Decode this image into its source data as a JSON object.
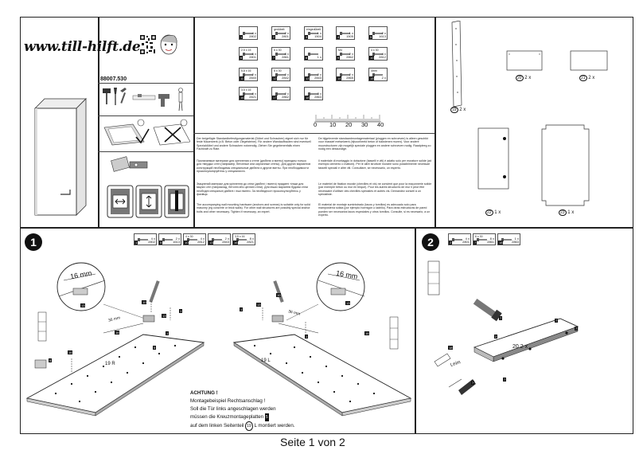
{
  "header": {
    "brand_url": "www.till-hilft.de",
    "article_number": "88007.530"
  },
  "parts_top": [
    {
      "id": "1",
      "qty": "4 x",
      "code": "2802",
      "label": ""
    },
    {
      "id": "2",
      "qty": "2 x",
      "code": "2801",
      "label": "gedübelt"
    },
    {
      "id": "3",
      "qty": "1 x",
      "code": "1504",
      "label": "eingedübelt"
    },
    {
      "id": "4",
      "qty": "1 x",
      "code": "1505",
      "label": ""
    },
    {
      "id": "5",
      "qty": "2 x",
      "code": "1613",
      "label": ""
    },
    {
      "id": "6",
      "qty": "6 x",
      "code": "2801",
      "label": "2,5 x 15"
    },
    {
      "id": "7",
      "qty": "8 x",
      "code": "2861",
      "label": "6 x 30"
    },
    {
      "id": "8",
      "qty": "1 x",
      "code": "",
      "label": ""
    },
    {
      "id": "9",
      "qty": "2 x",
      "code": "2862",
      "label": "M4"
    },
    {
      "id": "10",
      "qty": "4 x",
      "code": "2812",
      "label": "4 x 30"
    },
    {
      "id": "11",
      "qty": "2 x",
      "code": "2840",
      "label": "5,8 x 16"
    },
    {
      "id": "12",
      "qty": "2 x",
      "code": "2842",
      "label": "8 x 30"
    },
    {
      "id": "13",
      "qty": "2 x",
      "code": "2843",
      "label": ""
    },
    {
      "id": "14",
      "qty": "2 x",
      "code": "2865",
      "label": ""
    },
    {
      "id": "15",
      "qty": "2 x",
      "code": "",
      "label": "4mm"
    },
    {
      "id": "16",
      "qty": "8 x",
      "code": "2821",
      "label": "3,5 x 16"
    },
    {
      "id": "17",
      "qty": "2 x",
      "code": "2862",
      "label": ""
    },
    {
      "id": "18",
      "qty": "3 x",
      "code": "2863",
      "label": ""
    }
  ],
  "scale": {
    "ticks": [
      "0",
      "10",
      "20",
      "30",
      "40"
    ]
  },
  "texts": {
    "de": "Der beigefügte Standardbefestigungsmaterial (Dübel und Schrauben) eignet sich nur für feste Mauerwerk (z.B. Beton oder Ziegelsteine). Für andere Wandaufbauten sind eventuell Spezialdübel und andere Schrauben notwendig. Ziehen Sie gegebenenfalls einen Fachkraft zu Rate.",
    "ru1": "Прилагаемые материал для крепления к стене (дюбели и винты) пригодны только для твердых стен (например, бетонные или кирпичные стены). Для других вариантов конструкций необходимы специальные дюбели и другие винты. При необходимости проконсультируйтесь у специалиста.",
    "ua": "Зміцнений матеріал для кріплення до стіни (дюбелі і гвинти) придатні тільки для міцних стін (наприклад, бетонні або цегляні стіни). Для інших варіантів будови стіни необхідні спеціальні дюбелі і інші гвинти. За необхідності проконсультуйтесь у фахівця.",
    "en": "The accompanying wall mounting hardware (anchors and screws) is suitable only for solid masonry (eg concrete or brick walls). For other wall structures are possibly special anchor bolts and other necessary. Tighten if necessary, an expert.",
    "nl": "De bijgeleverde standaardmontagemateriaal (pluggen en schroeven) is alleen geschikt voor massief metselwerk (bijvoorbeeld beton of bakstenen muren). Voor andere muurstructuren zijn mogelijk speciale pluggen en andere schroeven nodig. Raadpleeg zo nodig een deskundige.",
    "it": "Il materiale di montaggio in dotazione (tasselli e viti) è adatto solo per murature solide (ad esempio cemento o mattoni). Per le altre strutture murarie sono possibilmente necessari tasselli speciali e altre viti. Consultare, se necessario, un esperto.",
    "fr": "Le matériel de fixation murale (chevilles et vis) ne convient que pour la maçonnerie solide (par exemple béton ou mur en brique). Pour les autres structures de mur il peut être nécessaire d'utiliser des chevilles spéciales et autres vis. Demandez conseil à un spécialiste.",
    "es": "El material de montaje suministrado (tacos y tornillos) es adecuado solo para mampostería sólida (por ejemplo hormigón o ladrillo). Para otras estructuras de pared pueden ser necesarios tacos especiales y otros tornillos. Consulte, si es necesario, a un experto."
  },
  "panels": [
    {
      "id": "19",
      "qty": "2 x"
    },
    {
      "id": "20",
      "qty": "2 x"
    },
    {
      "id": "21",
      "qty": "2 x"
    },
    {
      "id": "22",
      "qty": "1 x"
    },
    {
      "id": "23",
      "qty": "1 x"
    }
  ],
  "step1": {
    "number": "1",
    "parts": [
      {
        "id": "1",
        "qty": "4 x",
        "code": "2802"
      },
      {
        "id": "5",
        "qty": "2 x",
        "code": "1613"
      },
      {
        "id": "10",
        "qty": "4 x",
        "code": "2812",
        "label": "4 x 30"
      },
      {
        "id": "13",
        "qty": "2 x",
        "code": "2843"
      },
      {
        "id": "16",
        "qty": "8 x",
        "code": "2821",
        "label": "3,5 x 16"
      }
    ],
    "dimension": "16 mm",
    "dimension2": "36 mm",
    "panel_left_label": "19 R",
    "panel_right_label": "19 L",
    "note_title": "ACHTUNG !",
    "note_lines": [
      "Montagebeispiel Rechtsanschlag !",
      "Soll die Tür links angeschlagen werden",
      "müssen die Kreuzmontageplatten",
      "auf dem linken Seitenteil",
      "montiert werden."
    ],
    "note_tag": "5",
    "note_circle": "19",
    "note_circle_suffix": "L"
  },
  "step2": {
    "number": "2",
    "parts": [
      {
        "id": "2",
        "qty": "4 x",
        "code": "2801"
      },
      {
        "id": "7",
        "qty": "8 x",
        "code": "2861",
        "label": "6 x 30"
      },
      {
        "id": "18",
        "qty": "1 x",
        "code": "2863"
      }
    ],
    "panel_label": "20 2 x",
    "glue_label": "Leim"
  },
  "footer": {
    "page_text": "Seite 1 von 2"
  }
}
